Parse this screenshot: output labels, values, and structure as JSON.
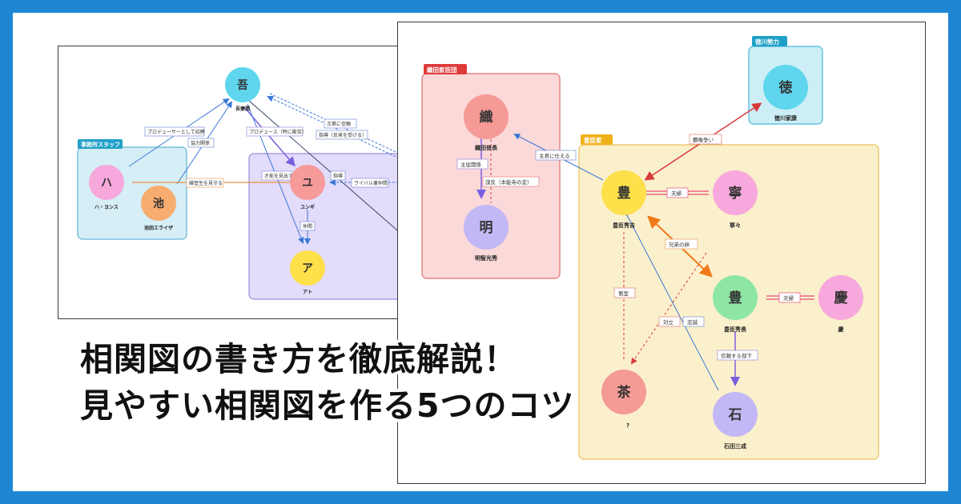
{
  "colors": {
    "frame": "#1f86d6",
    "blue": "#3a78d6",
    "purple": "#7b5fe0",
    "orange": "#f07a1a",
    "red": "#d8393b",
    "pink": "#e54a7a"
  },
  "left_diagram": {
    "groups": {
      "staff": "事務所スタッフ"
    },
    "nodes": {
      "ago": {
        "char": "吾",
        "name": "吾妻潤"
      },
      "ha": {
        "char": "ハ",
        "name": "ハ・ヨンス"
      },
      "ike": {
        "char": "池",
        "name": "池田エライザ"
      },
      "yu": {
        "char": "ユ",
        "name": "ユンギ"
      },
      "a": {
        "char": "ア",
        "name": "アト"
      }
    },
    "edge_labels": {
      "producer_invite": "プロデューサーとして招聘",
      "cooperation": "協力関係",
      "produce": "プロデュース（時に衝突）",
      "trust_grow": "次第に信頼",
      "mentor": "指導（反発を受ける）",
      "trainee": "練習生を見守る",
      "talent": "才能を見出す",
      "mentor2": "指導",
      "rival": "ライバル兼仲間",
      "friend": "仲間"
    }
  },
  "right_diagram": {
    "groups": {
      "oda": "織田家臣団",
      "tokugawa": "徳川勢力",
      "toyotomi": "豊臣家"
    },
    "nodes": {
      "nobunaga": {
        "char": "織",
        "name": "織田信長"
      },
      "mitsuhide": {
        "char": "明",
        "name": "明智光秀"
      },
      "ieyasu": {
        "char": "徳",
        "name": "徳川家康"
      },
      "hideyoshi": {
        "char": "豊",
        "name": "豊臣秀吉"
      },
      "nene": {
        "char": "寧",
        "name": "寧々"
      },
      "hidenaga": {
        "char": "豊",
        "name": "豊臣秀長"
      },
      "kei": {
        "char": "慶",
        "name": "慶"
      },
      "cha": {
        "char": "茶",
        "name": "?"
      },
      "mitsunari": {
        "char": "石",
        "name": "石田三成"
      }
    },
    "edge_labels": {
      "lord_master": "主従関係",
      "rebellion": "謀反（本能寺の変）",
      "serve_lord": "主君に仕える",
      "hegemony": "覇権争い",
      "couple1": "夫婦",
      "brothers": "兄弟の絆",
      "couple2": "夫婦",
      "concubine": "側室",
      "oppose": "対立",
      "loyal": "忠誠",
      "trusted": "信頼する部下"
    }
  },
  "headline": {
    "line1": "相関図の書き方を徹底解説！",
    "line2": "見やすい相関図を作る5つのコツ"
  }
}
